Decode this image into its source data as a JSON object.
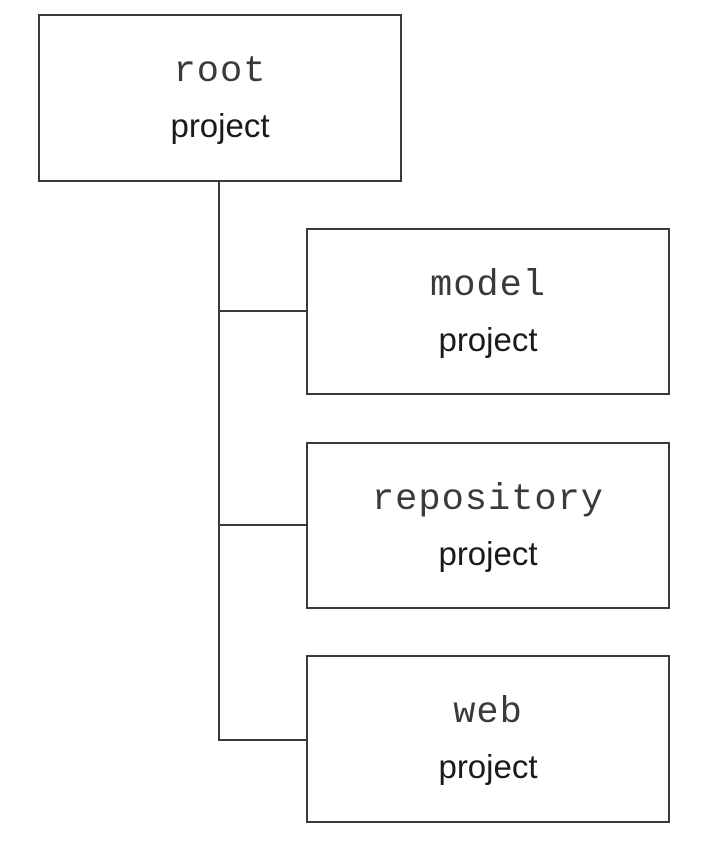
{
  "nodes": {
    "root": {
      "name": "root",
      "type": "project"
    },
    "children": [
      {
        "name": "model",
        "type": "project"
      },
      {
        "name": "repository",
        "type": "project"
      },
      {
        "name": "web",
        "type": "project"
      }
    ]
  },
  "colors": {
    "border": "#3a3a3a",
    "text": "#1a1a1a",
    "background": "#ffffff"
  }
}
